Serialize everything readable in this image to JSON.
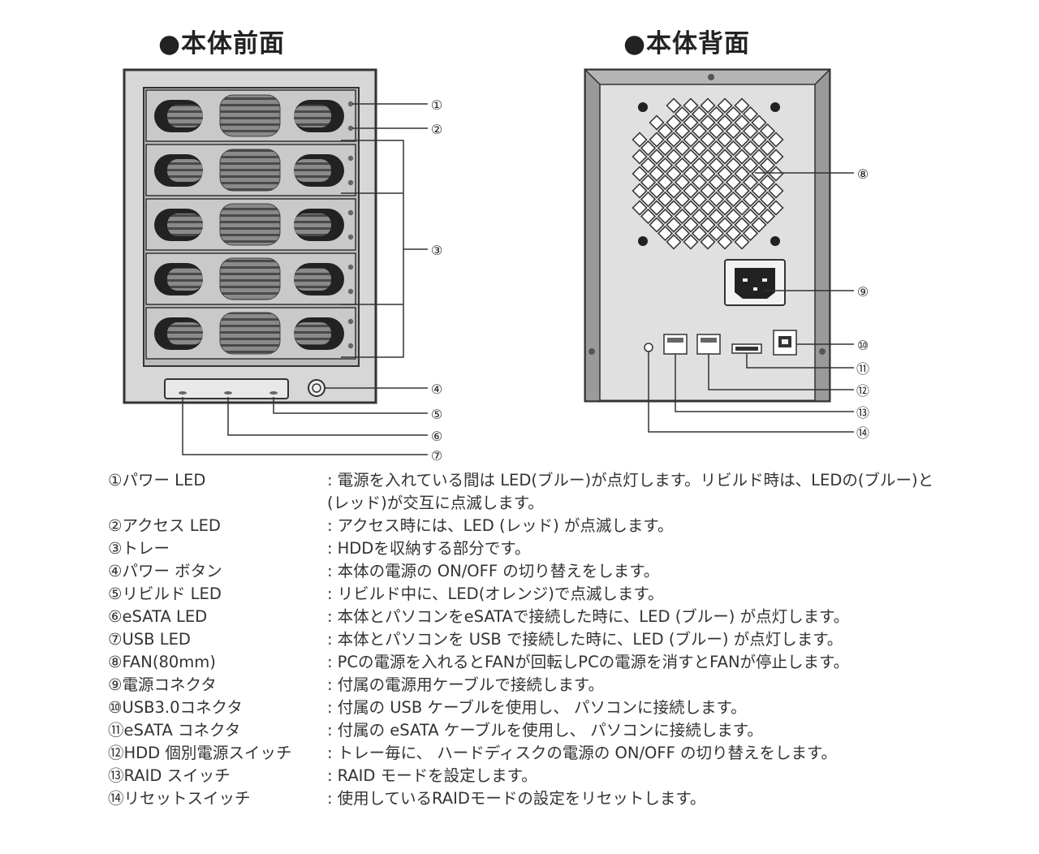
{
  "front": {
    "title": "●本体前面"
  },
  "back": {
    "title": "●本体背面"
  },
  "callouts": [
    "①",
    "②",
    "③",
    "④",
    "⑤",
    "⑥",
    "⑦",
    "⑧",
    "⑨",
    "⑩",
    "⑪",
    "⑫",
    "⑬",
    "⑭"
  ],
  "descriptions": [
    {
      "label": "①パワー LED",
      "text": "電源を入れている間は LED(ブルー)が点灯します。リビルド時は、LEDの(ブルー)と(レッド)が交互に点滅します。"
    },
    {
      "label": "②アクセス LED",
      "text": "アクセス時には、LED (レッド) が点滅します。"
    },
    {
      "label": "③トレー",
      "text": "HDDを収納する部分です。"
    },
    {
      "label": "④パワー ボタン",
      "text": "本体の電源の ON/OFF の切り替えをします。"
    },
    {
      "label": "⑤リビルド LED",
      "text": "リビルド中に、LED(オレンジ)で点滅します。"
    },
    {
      "label": "⑥eSATA LED",
      "text": "本体とパソコンをeSATAで接続した時に、LED (ブルー) が点灯します。"
    },
    {
      "label": "⑦USB LED",
      "text": "本体とパソコンを USB で接続した時に、LED (ブルー) が点灯します。"
    },
    {
      "label": "⑧FAN(80mm)",
      "text": "PCの電源を入れるとFANが回転しPCの電源を消すとFANが停止します。"
    },
    {
      "label": "⑨電源コネクタ",
      "text": "付属の電源用ケーブルで接続します。"
    },
    {
      "label": "⑩USB3.0コネクタ",
      "text": "付属の USB ケーブルを使用し、 パソコンに接続します。"
    },
    {
      "label": "⑪eSATA コネクタ",
      "text": "付属の eSATA ケーブルを使用し、 パソコンに接続します。"
    },
    {
      "label": "⑫HDD 個別電源スイッチ",
      "text": "トレー毎に、 ハードディスクの電源の ON/OFF の切り替えをします。"
    },
    {
      "label": "⑬RAID スイッチ",
      "text": "RAID モードを設定します。"
    },
    {
      "label": "⑭リセットスイッチ",
      "text": "使用しているRAIDモードの設定をリセットします。"
    }
  ]
}
